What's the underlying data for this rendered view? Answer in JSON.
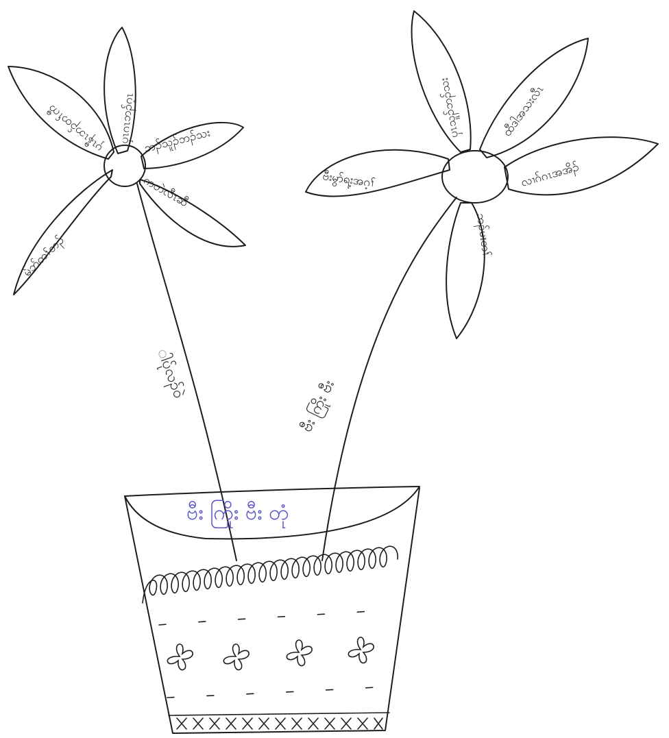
{
  "colors": {
    "ink": "#1c1c1c",
    "pot_title": "#5a55c9",
    "paper": "#ffffff"
  },
  "pot": {
    "title": "ဗီး ကြိုး ဗီး တုံ"
  },
  "left_flower": {
    "stem_label": "ါပ်ုလၣ်ဝဲ",
    "petals": [
      "ပှၤဂၤဘၣ်ဂ့ၤ",
      "ပှၤနီၤဘၣ်တၢ်ကီ",
      "ဘၣ်သူၣ်ဘၣ်သး",
      "ကတဲလီၤဆီ",
      "မ်ဘ်တၢ်ဘၣ်"
    ]
  },
  "right_flower": {
    "stem_label": "ဗီး ကြိုး ဗီး",
    "petals": [
      "ပှၤသူၣ်ဘၣ်သး",
      "ထီဒါအသးလီၤ",
      "လၢဂ်ဂၤအအိၣ်",
      "ဘၣ်မးတၢ်",
      "ဗီးမွာ်ရ့းအဂ့ၢ်"
    ]
  }
}
